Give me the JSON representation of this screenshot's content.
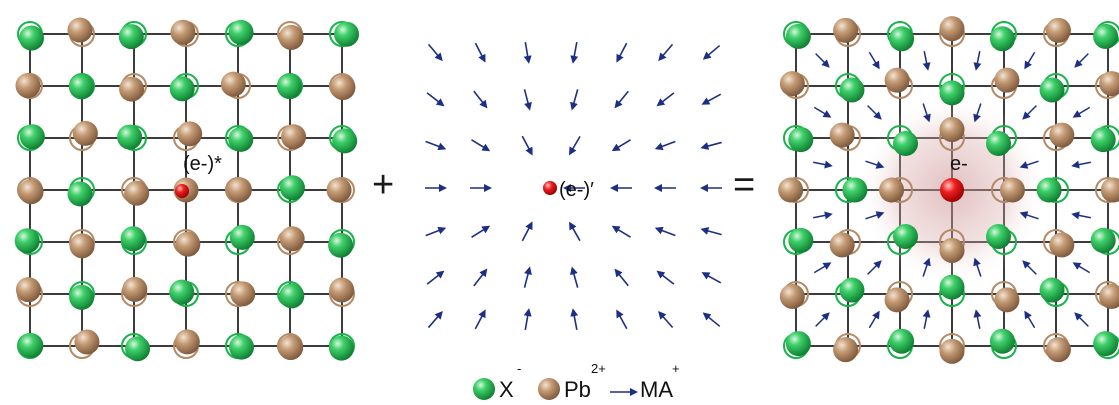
{
  "colors": {
    "halide": "#18b34a",
    "lead": "#b48a66",
    "electron": "#e01515",
    "arrow": "#1c2f85",
    "grid": "#3c3c3c",
    "polaron_cloud": "#c98a8a"
  },
  "panels": {
    "left": {
      "electron_label": "(e-)*"
    },
    "middle": {
      "electron_label": "(e-)′"
    },
    "right": {
      "electron_label": "e-"
    }
  },
  "operators": {
    "plus": "+",
    "equals": "="
  },
  "legend": {
    "halide_label": "X",
    "halide_charge": "-",
    "lead_label": "Pb",
    "lead_charge": "2+",
    "ma_label": "MA",
    "ma_charge": "+"
  },
  "icons": [
    "halide-sphere-icon",
    "lead-sphere-icon",
    "electron-icon",
    "arrow-icon"
  ]
}
